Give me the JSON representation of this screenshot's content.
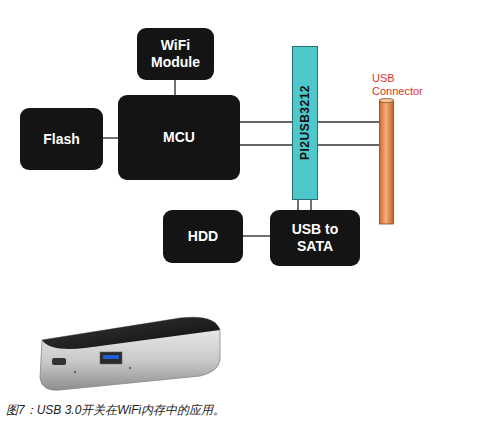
{
  "diagram": {
    "caption": "图7：USB 3.0开关在WiFi内存中的应用。",
    "nodes": [
      {
        "text": [
          "WiFi Module"
        ]
      },
      {
        "text": [
          "Flash"
        ]
      },
      {
        "text": [
          "MCU"
        ]
      },
      {
        "text": [
          "PI2USB3212"
        ]
      },
      {
        "text": [
          "USB Connector"
        ]
      },
      {
        "text": [
          "HDD"
        ]
      },
      {
        "text": [
          "USB to SATA"
        ]
      }
    ],
    "edges": [
      {
        "from": 0,
        "to": 2,
        "arrow": "none"
      },
      {
        "from": 1,
        "to": 2,
        "arrow": "none"
      },
      {
        "from": 2,
        "to": 3,
        "arrow": "none"
      },
      {
        "from": 3,
        "to": 4,
        "arrow": "none"
      },
      {
        "from": 5,
        "to": 6,
        "arrow": "none"
      },
      {
        "from": 6,
        "to": 3,
        "arrow": "none"
      }
    ]
  }
}
